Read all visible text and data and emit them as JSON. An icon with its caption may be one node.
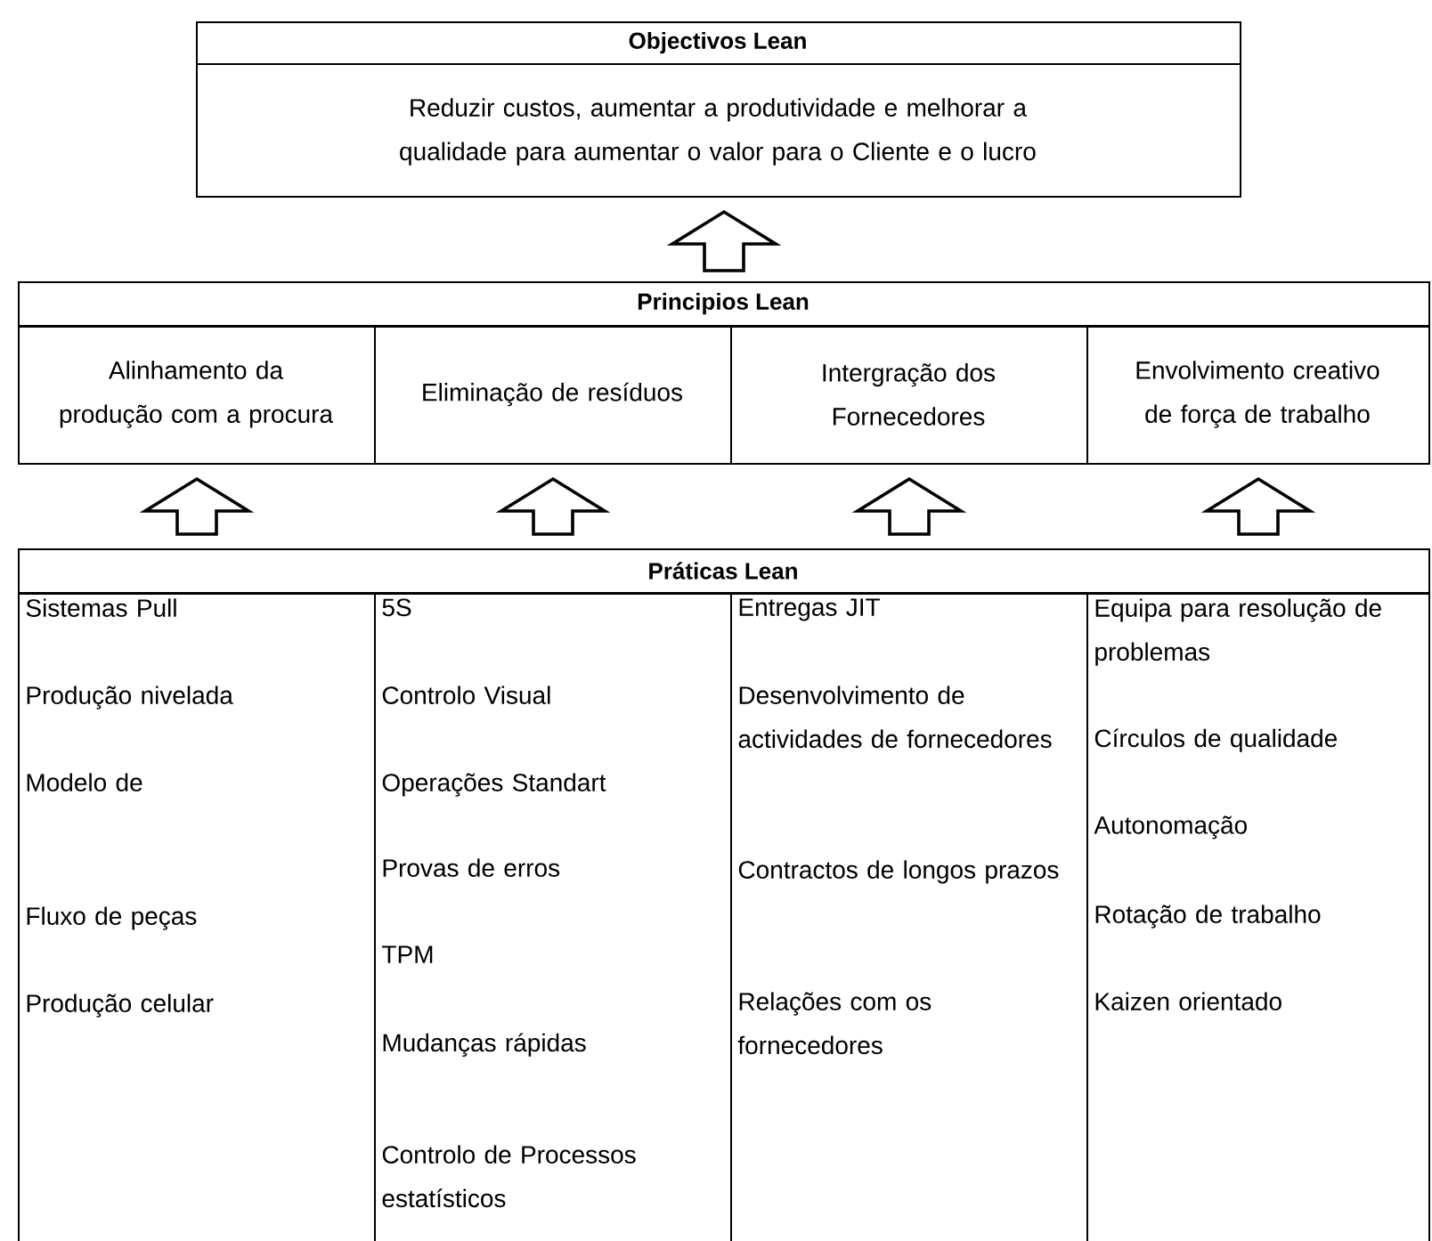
{
  "diagram": {
    "nodes": [
      {
        "text": [
          "Objectivos Lean",
          "Reduzir custos, aumentar a produtividade e melhorar a qualidade para aumentar o valor para o Cliente e o lucro"
        ]
      },
      {
        "text": [
          "Principios Lean"
        ]
      },
      {
        "text": [
          "Alinhamento da produção com a procura"
        ],
        "in": 1
      },
      {
        "text": [
          "Eliminação de resíduos"
        ],
        "in": 1
      },
      {
        "text": [
          "Intergração dos Fornecedores"
        ],
        "in": 1
      },
      {
        "text": [
          "Envolvimento creativo de força de trabalho"
        ],
        "in": 1
      },
      {
        "text": [
          "Práticas Lean"
        ]
      },
      {
        "text": [
          "Sistemas Pull",
          "Produção nivelada",
          "Modelo de",
          "Fluxo de peças",
          "Produção celular"
        ],
        "in": 6
      },
      {
        "text": [
          "5S",
          "Controlo Visual",
          "Operações Standart",
          "Provas de erros",
          "TPM",
          "Mudanças rápidas",
          "Controlo de Processos estatísticos"
        ],
        "in": 6
      },
      {
        "text": [
          "Entregas JIT",
          "Desenvolvimento de actividades de fornecedores",
          "Contractos de longos prazos",
          "Relações com os fornecedores"
        ],
        "in": 6
      },
      {
        "text": [
          "Equipa para resolução de problemas",
          "Círculos de qualidade",
          "Autonomação",
          "Rotação de trabalho",
          "Kaizen orientado"
        ],
        "in": 6
      }
    ],
    "edges": [
      {
        "from": 1,
        "to": 0,
        "arrow": "to"
      },
      {
        "from": 7,
        "to": 2,
        "arrow": "to"
      },
      {
        "from": 8,
        "to": 3,
        "arrow": "to"
      },
      {
        "from": 9,
        "to": 4,
        "arrow": "to"
      },
      {
        "from": 10,
        "to": 5,
        "arrow": "to"
      }
    ]
  }
}
